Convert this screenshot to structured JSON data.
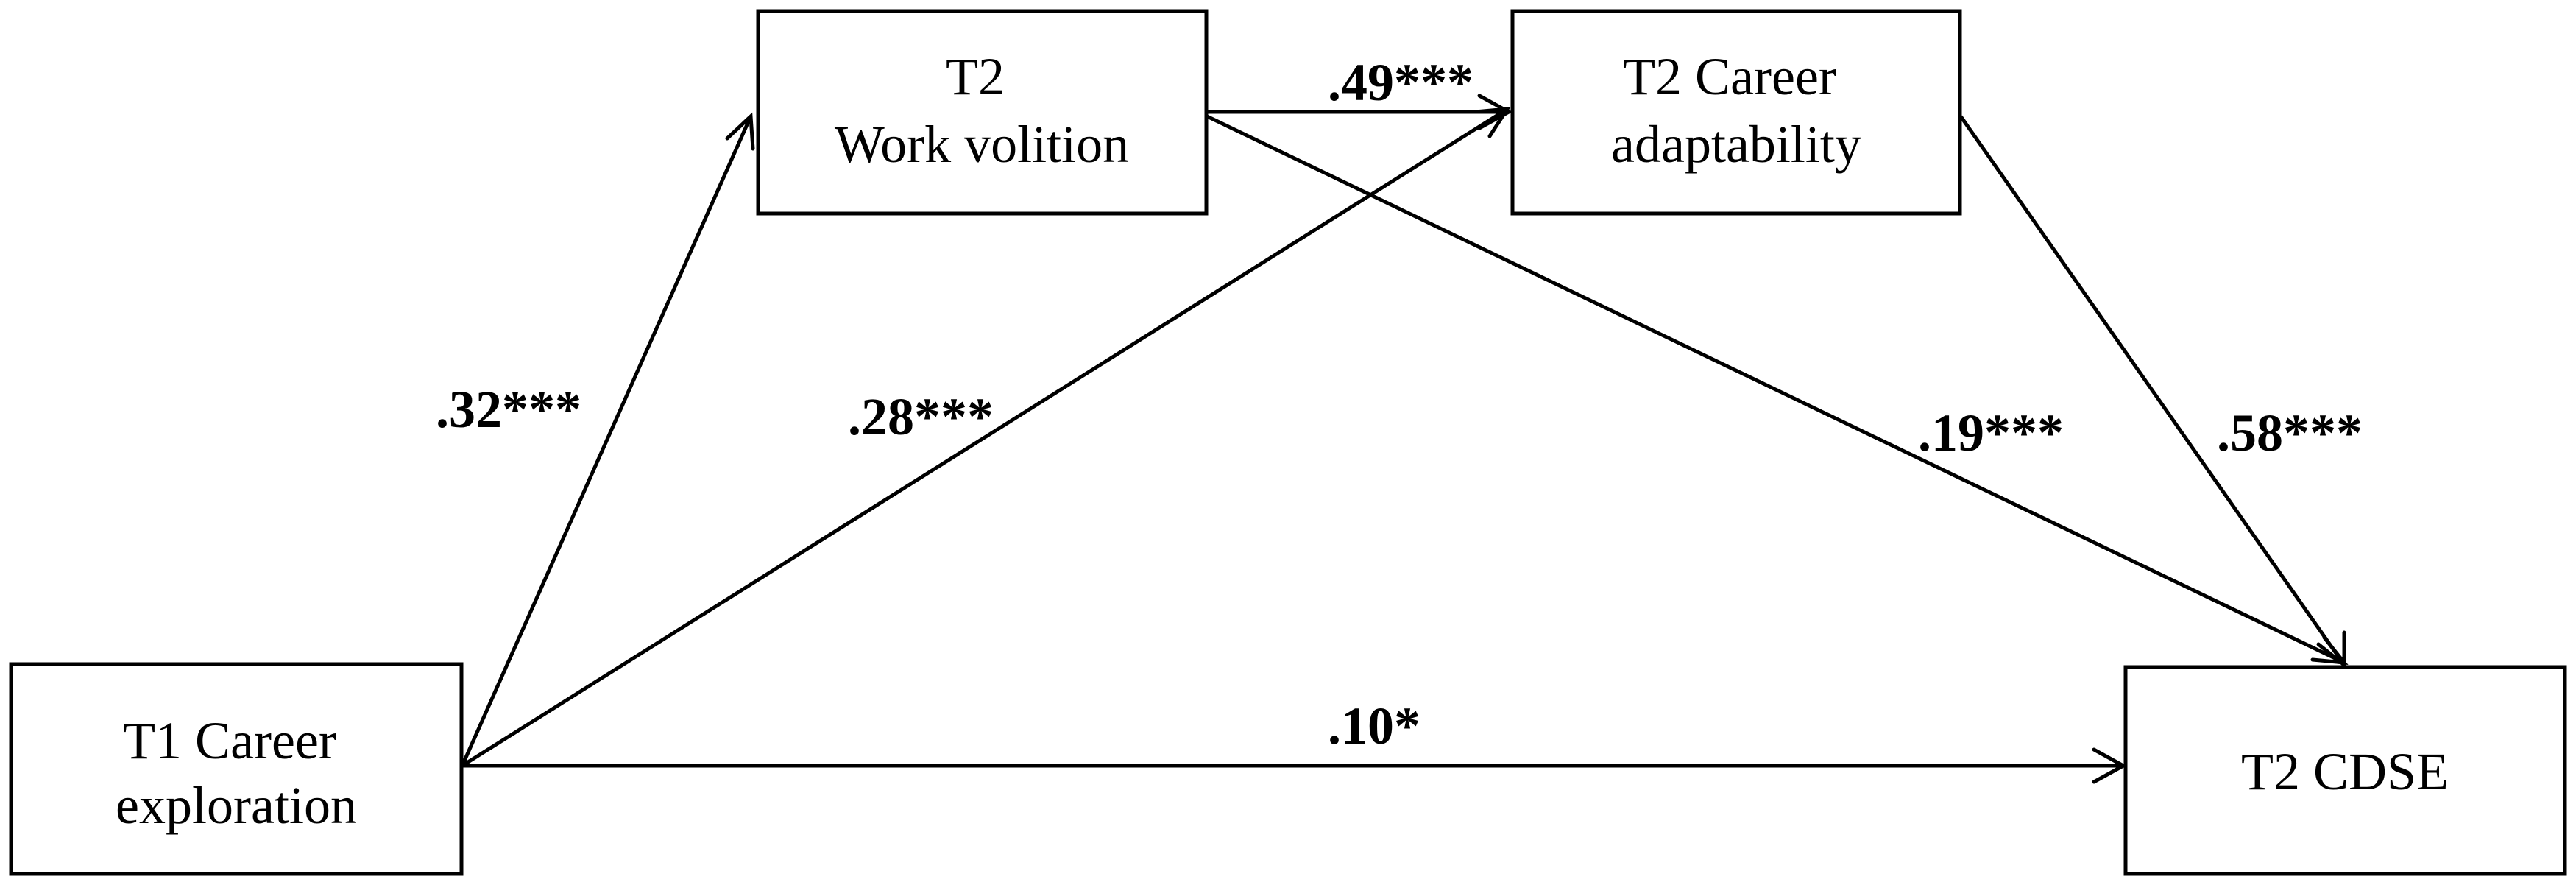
{
  "nodes": {
    "career_exploration": {
      "lines": [
        "T1 Career",
        "exploration"
      ]
    },
    "work_volition": {
      "lines": [
        "T2",
        "Work volition"
      ]
    },
    "career_adaptability": {
      "lines": [
        "T2 Career",
        "adaptability"
      ]
    },
    "cdse": {
      "lines": [
        "T2 CDSE"
      ]
    }
  },
  "edges": {
    "exploration_to_volition": {
      "from": "career_exploration",
      "to": "work_volition",
      "label": ".32***"
    },
    "exploration_to_adaptability": {
      "from": "career_exploration",
      "to": "career_adaptability",
      "label": ".28***"
    },
    "volition_to_adaptability": {
      "from": "work_volition",
      "to": "career_adaptability",
      "label": ".49***"
    },
    "volition_to_cdse": {
      "from": "work_volition",
      "to": "cdse",
      "label": ".19***"
    },
    "adaptability_to_cdse": {
      "from": "career_adaptability",
      "to": "cdse",
      "label": ".58***"
    },
    "exploration_to_cdse": {
      "from": "career_exploration",
      "to": "cdse",
      "label": ".10*"
    }
  }
}
